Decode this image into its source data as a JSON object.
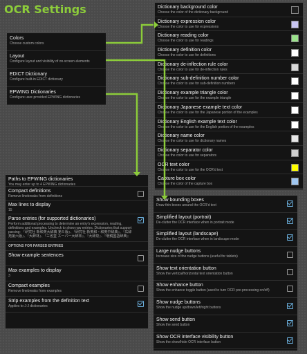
{
  "title": "OCR Settings",
  "main_menu": [
    {
      "title": "Colors",
      "summary": "Choose custom colors"
    },
    {
      "title": "Layout",
      "summary": "Configure layout and visibility of on-screen elements"
    },
    {
      "title": "EDICT Dictionary",
      "summary": "Configure built-in EDICT dictionary"
    },
    {
      "title": "EPWING Dictionaries",
      "summary": "Configure user-provided EPWING dictionaries"
    }
  ],
  "colors": [
    {
      "title": "Dictionary background color",
      "summary": "Choose the color of the dictionary background",
      "color": "#1e1e1e"
    },
    {
      "title": "Dictionary expression color",
      "summary": "Choose the color to use for expressions",
      "color": "#c9c6f2"
    },
    {
      "title": "Dictionary reading color",
      "summary": "Choose the color to use for readings",
      "color": "#9be28c"
    },
    {
      "title": "Dictionary definition color",
      "summary": "Choose the color to use for definitions",
      "color": "#ffffff"
    },
    {
      "title": "Dictionary de-inflection rule color",
      "summary": "Choose the color to use for de-inflection rules",
      "color": "#d9d9d9"
    },
    {
      "title": "Dictionary sub-definition number color",
      "summary": "Choose the color to use for sub-definition numbers",
      "color": "#ffffff"
    },
    {
      "title": "Dictionary example triangle color",
      "summary": "Choose the color to use for the example triangle",
      "color": "#ffffff"
    },
    {
      "title": "Dictionary Japanese example text color",
      "summary": "Choose the color to use for the Japanese portion of the examples",
      "color": "#ffffff"
    },
    {
      "title": "Dictionary English example text color",
      "summary": "Choose the color to use for the English portion of the examples",
      "color": "#ffffff"
    },
    {
      "title": "Dictionary name color",
      "summary": "Choose the color to use for dictionary names",
      "color": "#e6e6e6"
    },
    {
      "title": "Dictionary separator color",
      "summary": "Choose the color to use for separators",
      "color": "#d0d0d0"
    },
    {
      "title": "OCR text color",
      "summary": "Choose the color to use for the OCR'd text",
      "color": "#ffff00"
    },
    {
      "title": "Capture box color",
      "summary": "Choose the color of the capture box",
      "color": "#9fc6f0"
    }
  ],
  "epwing": [
    {
      "title": "Paths to EPWING dictionaries",
      "summary": "You may enter up to 4 EPWING dictionaries"
    },
    {
      "title": "Compact definitions",
      "summary": "Remove linebreaks from definitions",
      "checked": false
    },
    {
      "title": "Max lines to display",
      "summary": "15"
    },
    {
      "title": "Parse entries (for supported dictionaries)",
      "summary": "Perform additional processing to determine an entry's expression, reading, definitions and examples. Uncheck to show raw entries. Dictionaries that support parsing: 『研究社 新和英大辞典 第５版』、『研究社 新英和・和英中辞典』、『広辞苑第六版』、『大辞林』、『三省堂 スーパー大辞林』、『大辞泉』、『明鏡国語辞典』",
      "checked": true
    },
    {
      "section": "OPTIONS FOR PARSED ENTRIES"
    },
    {
      "title": "Show example sentences",
      "summary": "",
      "checked": false
    },
    {
      "title": "Max examples to display",
      "summary": "3"
    },
    {
      "title": "Compact examples",
      "summary": "Remove linebreaks from examples",
      "checked": false
    },
    {
      "title": "Strip examples from the definition text",
      "summary": "Applies to J-J dictionaries",
      "checked": true
    }
  ],
  "layout": [
    {
      "title": "Show bounding boxes",
      "summary": "Draw thin boxes around the OCR'd text",
      "checked": true
    },
    {
      "title": "Simplified layout (portrait)",
      "summary": "De-clutter the OCR interface when in portrait mode",
      "checked": true
    },
    {
      "title": "Simplified layout (landscape)",
      "summary": "De-clutter the OCR interface when in landscape mode",
      "checked": true
    },
    {
      "title": "Large nudge buttons",
      "summary": "Increase size of the nudge buttons (useful for tablets)",
      "checked": false
    },
    {
      "title": "Show text orientation button",
      "summary": "Show the vertical/horizontal text orientation button",
      "checked": false
    },
    {
      "title": "Show enhance button",
      "summary": "Show the enhance toggle button (used to turn OCR pre-processing on/off)",
      "checked": false
    },
    {
      "title": "Show nudge buttons",
      "summary": "Show the nudge up/down/left/right buttons",
      "checked": true
    },
    {
      "title": "Show send button",
      "summary": "Show the send button",
      "checked": true
    },
    {
      "title": "Show OCR interface visibility button",
      "summary": "Show the show/hide OCR interface button",
      "checked": true
    }
  ],
  "colors_ui": {
    "accent": "#8ccc3a",
    "arrow": "#8ccc3a",
    "check": "#6bb0de"
  }
}
